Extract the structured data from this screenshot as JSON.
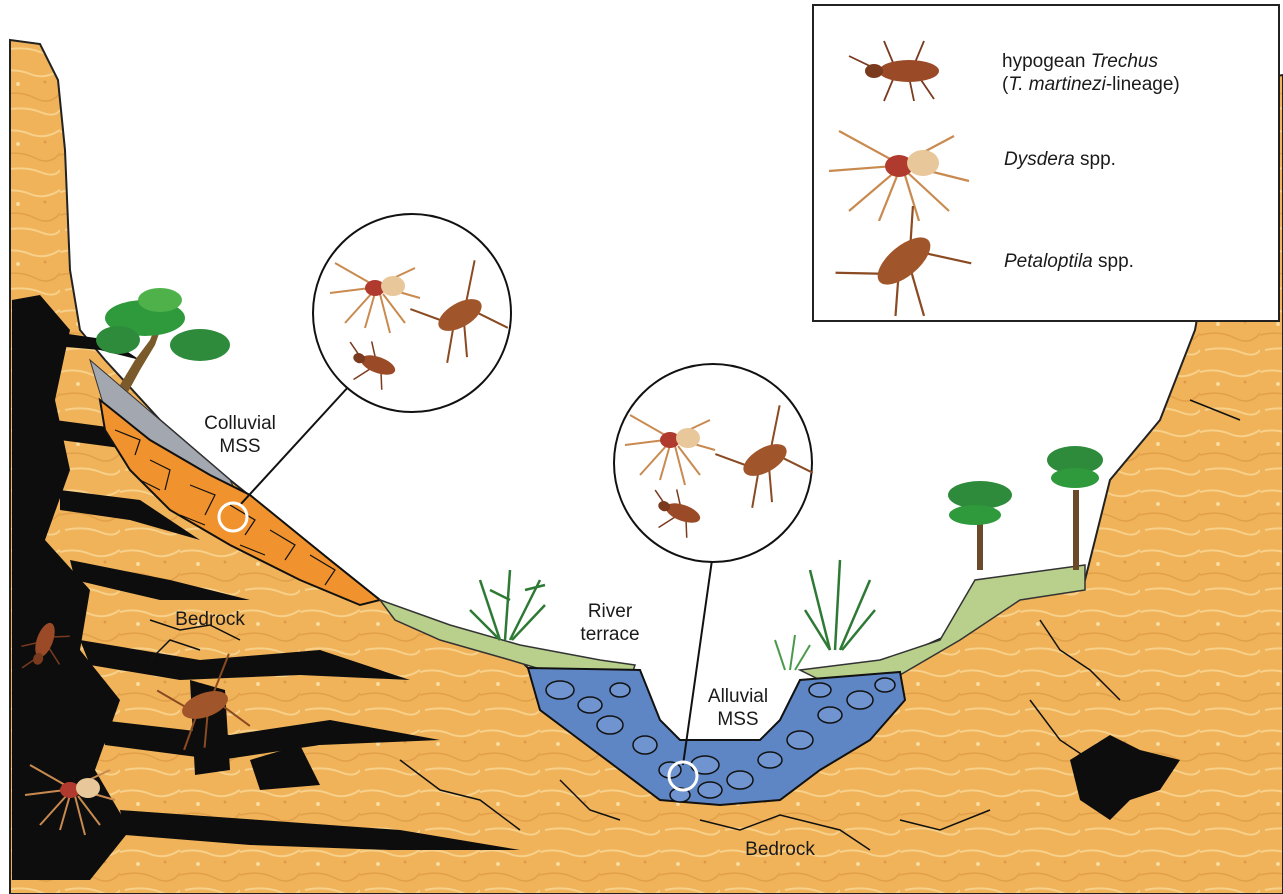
{
  "labels": {
    "colluvial_line1": "Colluvial",
    "colluvial_line2": "MSS",
    "bedrock_left": "Bedrock",
    "river_line1": "River",
    "river_line2": "terrace",
    "alluvial_line1": "Alluvial",
    "alluvial_line2": "MSS",
    "bedrock_bottom": "Bedrock"
  },
  "legend": {
    "trechus": {
      "prefix": "hypogean ",
      "genus": "Trechus",
      "open": "(",
      "species": "T. martinezi",
      "suffix": "-lineage)"
    },
    "dysdera": {
      "genus": "Dysdera",
      "suffix": " spp."
    },
    "petaloptila": {
      "genus": "Petaloptila",
      "suffix": " spp."
    }
  },
  "colors": {
    "bedrock": "#f0b35a",
    "bedrock_light": "#f7d08a",
    "void": "#0d0d0d",
    "colluvial_rock": "#f0922e",
    "alluvial_rock": "#5f86c4",
    "terrace": "#b8d08c",
    "slope_surface": "#a3a7b0",
    "tree_green": "#2e8b3c"
  },
  "icons": [
    "beetle-icon",
    "spider-icon",
    "cricket-icon",
    "tree-icon",
    "shrub-icon",
    "sampling-circle-icon"
  ]
}
